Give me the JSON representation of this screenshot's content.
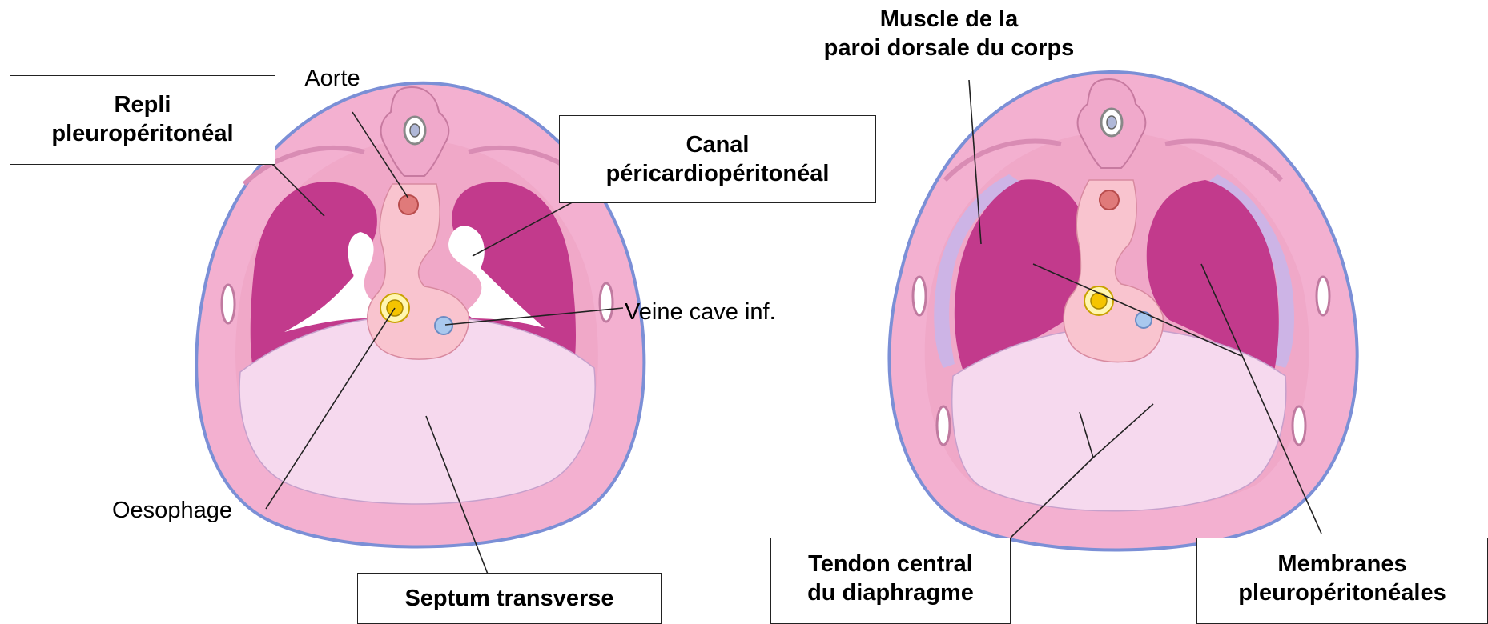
{
  "diagram": {
    "left_panel": {
      "labels": {
        "repli": [
          "Repli",
          "pleuropéritonéal"
        ],
        "aorte": "Aorte",
        "canal": [
          "Canal",
          "péricardiopéritonéal"
        ],
        "veine": "Veine cave inf.",
        "oesophage": "Oesophage",
        "septum": "Septum transverse"
      }
    },
    "right_panel": {
      "labels": {
        "muscle": [
          "Muscle de la",
          "paroi dorsale du corps"
        ],
        "tendon": [
          "Tendon central",
          "du diaphragme"
        ],
        "membranes": [
          "Membranes",
          "pleuropéritonéales"
        ]
      }
    },
    "colors": {
      "body_wall": "#f3b0d0",
      "outline": "#7b8fd6",
      "lung": "#c23a8c",
      "septum": "#f6d9ee",
      "mediastinum": "#f9c4cf",
      "pleura_membrane": "#cdb4e6",
      "aorta": "#e07a7a",
      "vena_cava": "#a9c8ee",
      "esophagus": "#f5c400",
      "vertebra": "#f0a9cb",
      "canal_space": "#ffffff"
    }
  }
}
